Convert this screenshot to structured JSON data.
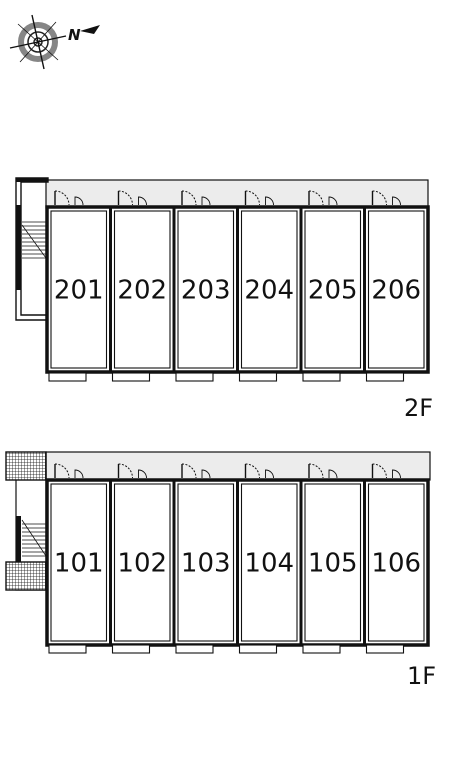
{
  "compass": {
    "icon": "north-arrow-compass-icon",
    "label": "N"
  },
  "floors": [
    {
      "label": "2F",
      "units": [
        "201",
        "202",
        "203",
        "204",
        "205",
        "206"
      ]
    },
    {
      "label": "1F",
      "units": [
        "101",
        "102",
        "103",
        "104",
        "105",
        "106"
      ]
    }
  ],
  "colors": {
    "line": "#111111",
    "corridor": "#ececec",
    "background": "#ffffff"
  }
}
